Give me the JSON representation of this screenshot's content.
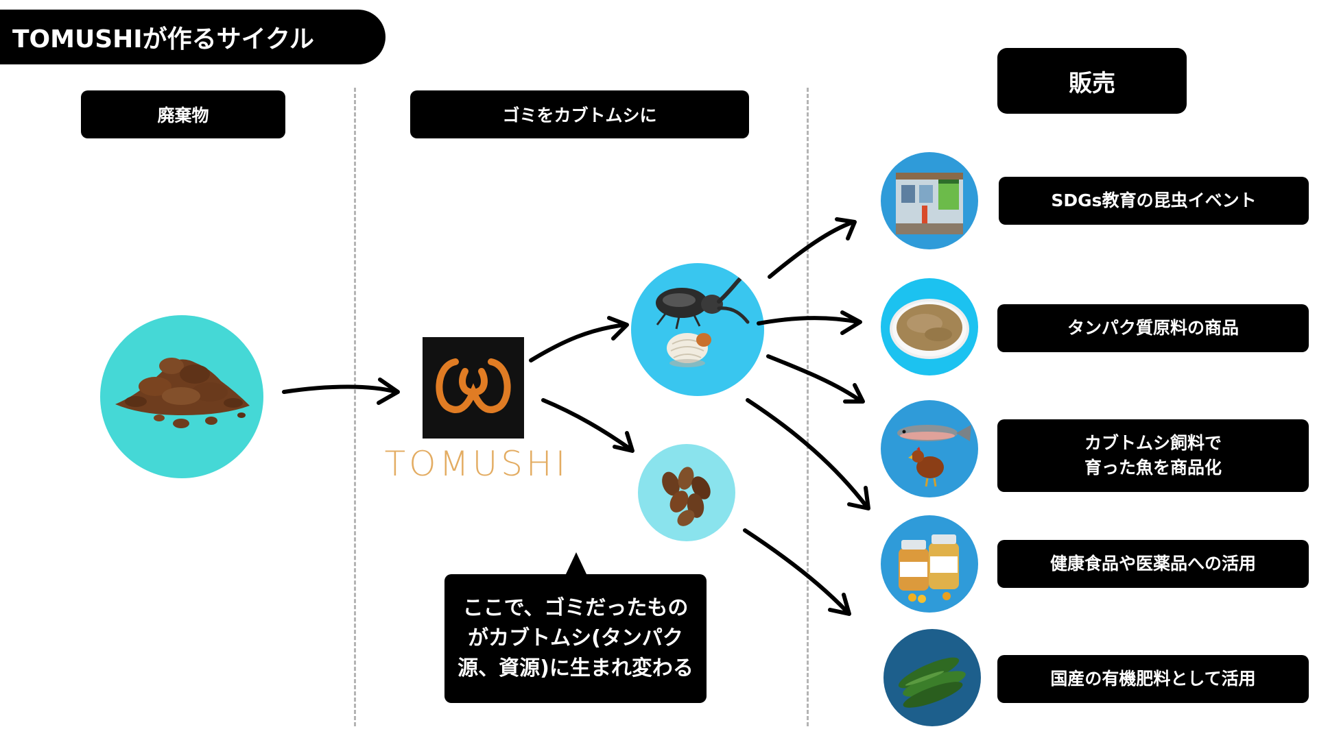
{
  "title": "TOMUSHIが作るサイクル",
  "columns": {
    "waste": "廃棄物",
    "process": "ゴミをカブトムシに",
    "sales": "販売"
  },
  "logo_text": "TOMUSHI",
  "callout": "ここで、ゴミだったもの\nがカブトムシ(タンパク\n源、資源)に生まれ変わる",
  "outputs": [
    "SDGs教育の昆虫イベント",
    "タンパク質原料の商品",
    "カブトムシ飼料で\n育った魚を商品化",
    "健康食品や医薬品への活用",
    "国産の有機肥料として活用"
  ],
  "colors": {
    "label_bg": "#000000",
    "label_text": "#ffffff",
    "waste_circle": "#45d8d6",
    "beetle_circle": "#39c6ef",
    "fertilizer_circle": "#8ae3ed",
    "output_circle": "#2f9bd9",
    "logo_orange": "#e07c24",
    "logo_text": "#e3ac62"
  },
  "icons": {
    "waste": "soil-pile-icon",
    "logo": "tomushi-logo-icon",
    "beetle": "beetle-and-larva-icon",
    "fertilizer": "frass-pellets-icon",
    "event": "event-building-icon",
    "protein": "protein-powder-icon",
    "fish": "fish-and-chicken-icon",
    "health": "vitamin-bottles-icon",
    "cucumber": "cucumber-icon"
  }
}
